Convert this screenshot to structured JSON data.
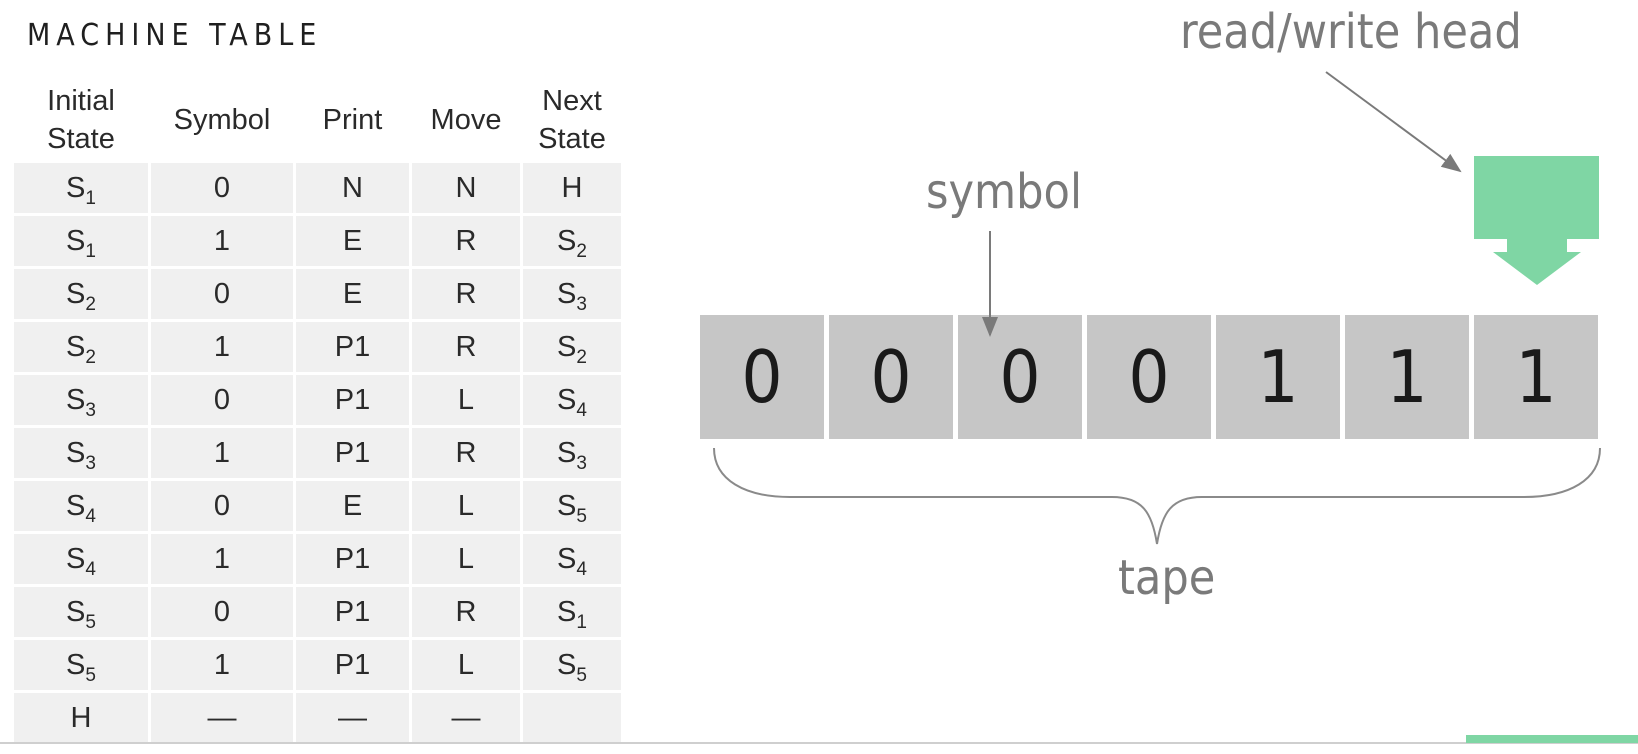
{
  "title": "MACHINE TABLE",
  "table": {
    "headers": {
      "initial_state": [
        "Initial",
        "State"
      ],
      "symbol": "Symbol",
      "print": "Print",
      "move": "Move",
      "next_state": [
        "Next",
        "State"
      ]
    },
    "rows": [
      {
        "state": "S",
        "state_sub": "1",
        "symbol": "0",
        "print": "N",
        "move": "N",
        "next": "H",
        "next_sub": ""
      },
      {
        "state": "S",
        "state_sub": "1",
        "symbol": "1",
        "print": "E",
        "move": "R",
        "next": "S",
        "next_sub": "2"
      },
      {
        "state": "S",
        "state_sub": "2",
        "symbol": "0",
        "print": "E",
        "move": "R",
        "next": "S",
        "next_sub": "3"
      },
      {
        "state": "S",
        "state_sub": "2",
        "symbol": "1",
        "print": "P1",
        "move": "R",
        "next": "S",
        "next_sub": "2"
      },
      {
        "state": "S",
        "state_sub": "3",
        "symbol": "0",
        "print": "P1",
        "move": "L",
        "next": "S",
        "next_sub": "4"
      },
      {
        "state": "S",
        "state_sub": "3",
        "symbol": "1",
        "print": "P1",
        "move": "R",
        "next": "S",
        "next_sub": "3"
      },
      {
        "state": "S",
        "state_sub": "4",
        "symbol": "0",
        "print": "E",
        "move": "L",
        "next": "S",
        "next_sub": "5"
      },
      {
        "state": "S",
        "state_sub": "4",
        "symbol": "1",
        "print": "P1",
        "move": "L",
        "next": "S",
        "next_sub": "4"
      },
      {
        "state": "S",
        "state_sub": "5",
        "symbol": "0",
        "print": "P1",
        "move": "R",
        "next": "S",
        "next_sub": "1"
      },
      {
        "state": "S",
        "state_sub": "5",
        "symbol": "1",
        "print": "P1",
        "move": "L",
        "next": "S",
        "next_sub": "5"
      },
      {
        "state": "H",
        "state_sub": "",
        "symbol": "—",
        "print": "—",
        "move": "—",
        "next": "",
        "next_sub": ""
      }
    ]
  },
  "diagram": {
    "head_label": "read/write head",
    "symbol_label": "symbol",
    "tape_label": "tape",
    "tape_cells": [
      "0",
      "0",
      "0",
      "0",
      "1",
      "1",
      "1"
    ],
    "head_icon": "down-arrow-icon",
    "colors": {
      "head": "#7fd6a4",
      "cell": "#c6c6c6",
      "label": "#7a7a7a"
    }
  }
}
